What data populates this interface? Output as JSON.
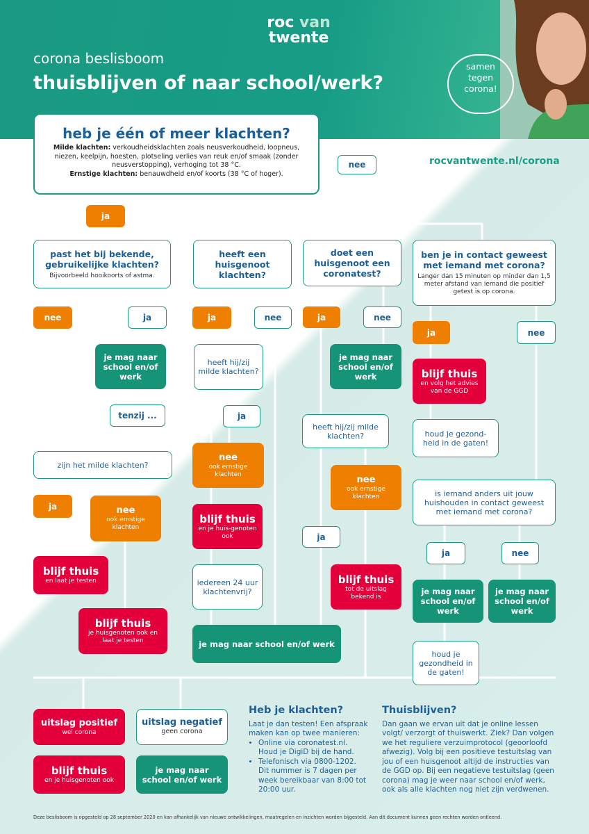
{
  "colors": {
    "green": "#1a9a82",
    "blue": "#1d5f99",
    "orange": "#ee7f00",
    "red": "#e4003b",
    "mint": "#d9eeea"
  },
  "header": {
    "logo_line1a": "roc ",
    "logo_line1b": "van",
    "logo_line2": "twente",
    "subtitle": "corona beslisboom",
    "title": "thuisblijven of naar school/werk?",
    "bubble": [
      "samen",
      "tegen",
      "corona!"
    ]
  },
  "url": "rocvantwente.nl/corona",
  "main": {
    "title": "heb je één of meer klachten?",
    "mild_label": "Milde klachten:",
    "mild_text": " verkoudheidsklachten zoals neusverkoudheid, loopneus, niezen, keelpijn, hoesten, plotseling verlies van reuk en/of smaak (zonder neusverstopping), verhoging tot 38 °C.",
    "severe_label": "Ernstige klachten:",
    "severe_text": " benauwdheid en/of koorts (38 °C of hoger)."
  },
  "labels": {
    "ja": "ja",
    "nee": "nee",
    "tenzij": "tenzij ..."
  },
  "questions": {
    "q1": {
      "title": "past het bij bekende, gebruikelijke klachten?",
      "desc": "Bijvoorbeeld hooikoorts of astma."
    },
    "q2": {
      "title": "heeft een huisgenoot klachten?"
    },
    "q3": {
      "title": "doet een huisgenoot een coronatest?"
    },
    "q4": {
      "title": "ben je in contact geweest met iemand met corona?",
      "desc": "Langer dan 15 minuten op minder dan 1,5 meter afstand van iemand die positief getest is op corona."
    },
    "mild_q": "zijn het milde klachten?",
    "q2_mild": "heeft hij/zij milde klachten?",
    "q3_mild": "heeft hij/zij milde klachten?",
    "q2_24h": "iedereen 24 uur klachtenvrij?",
    "q4_house": "is iemand anders uit jouw huishouden in contact geweest met iemand met corona?",
    "q4_health": "houd je gezond-heid in de gaten!",
    "q4_health2": "houd je gezondheid in de gaten!"
  },
  "results": {
    "may_go": "je mag naar school en/of werk",
    "stay": "blijf thuis",
    "stay_test": "en laat je testen",
    "stay_house_test": "je huisgenoten ook en laat je testen",
    "stay_house": "en je huis-genoten ook",
    "stay_until": "tot de uitslag bekend is",
    "stay_ggd": "en volg het advies van de GGD",
    "nee_severe_title": "nee",
    "nee_severe_sub": "ook ernstige klachten",
    "pos_title": "uitslag positief",
    "pos_sub": "wel corona",
    "neg_title": "uitslag negatief",
    "neg_sub": "geen corona",
    "stay_with_house": "en je huisgenoten ook"
  },
  "info": {
    "complaints": {
      "title": "Heb je klachten?",
      "intro": "Laat je dan testen! Een afspraak maken kan op twee manieren:",
      "items": [
        "Online via coronatest.nl. Houd je DigiD bij de hand.",
        "Telefonisch via 0800-1202. Dit nummer is 7 dagen per week bereikbaar van 8:00 tot 20:00 uur."
      ]
    },
    "stay_home": {
      "title": "Thuisblijven?",
      "text": "Dan gaan we ervan uit dat je online lessen volgt/ verzorgt of thuiswerkt. Ziek? Dan volgen we het reguliere verzuimprotocol (geoorloofd afwezig). Volg bij een positieve testuitslag van jou of een huisgenoot altijd de instructies van de GGD op. Bij een negatieve testuitslag (geen corona) mag je weer naar school en/of werk, ook als alle klachten nog niet zijn verdwenen."
    }
  },
  "footer": "Deze beslisboom is opgesteld op 28 september 2020 en kan afhankelijk van nieuwe ontwikkelingen, maatregelen en inzichten worden bijgesteld. Aan dit document kunnen geen rechten worden ontleend."
}
